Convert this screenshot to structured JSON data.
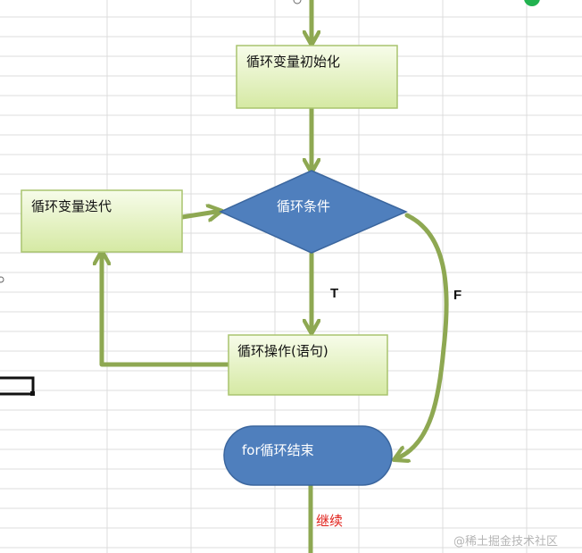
{
  "diagram": {
    "nodes": {
      "init": {
        "label": "循环变量初始化"
      },
      "cond": {
        "label": "循环条件"
      },
      "iter": {
        "label": "循环变量迭代"
      },
      "body": {
        "label": "循环操作(语句)"
      },
      "end": {
        "label": "for循环结束"
      }
    },
    "edge_labels": {
      "true_label": "T",
      "false_label": "F",
      "continue_label": "继续"
    }
  },
  "watermark": "@稀土掘金技术社区",
  "colors": {
    "box_fill_top": "#f4fbe4",
    "box_fill_bottom": "#d7eaa6",
    "box_stroke": "#a9c46f",
    "shape_blue": "#4f7fbd",
    "shape_blue_stroke": "#3b669e",
    "arrow": "#8ea852",
    "continue_text": "#e0201a",
    "grid": "#d9d9d9"
  }
}
